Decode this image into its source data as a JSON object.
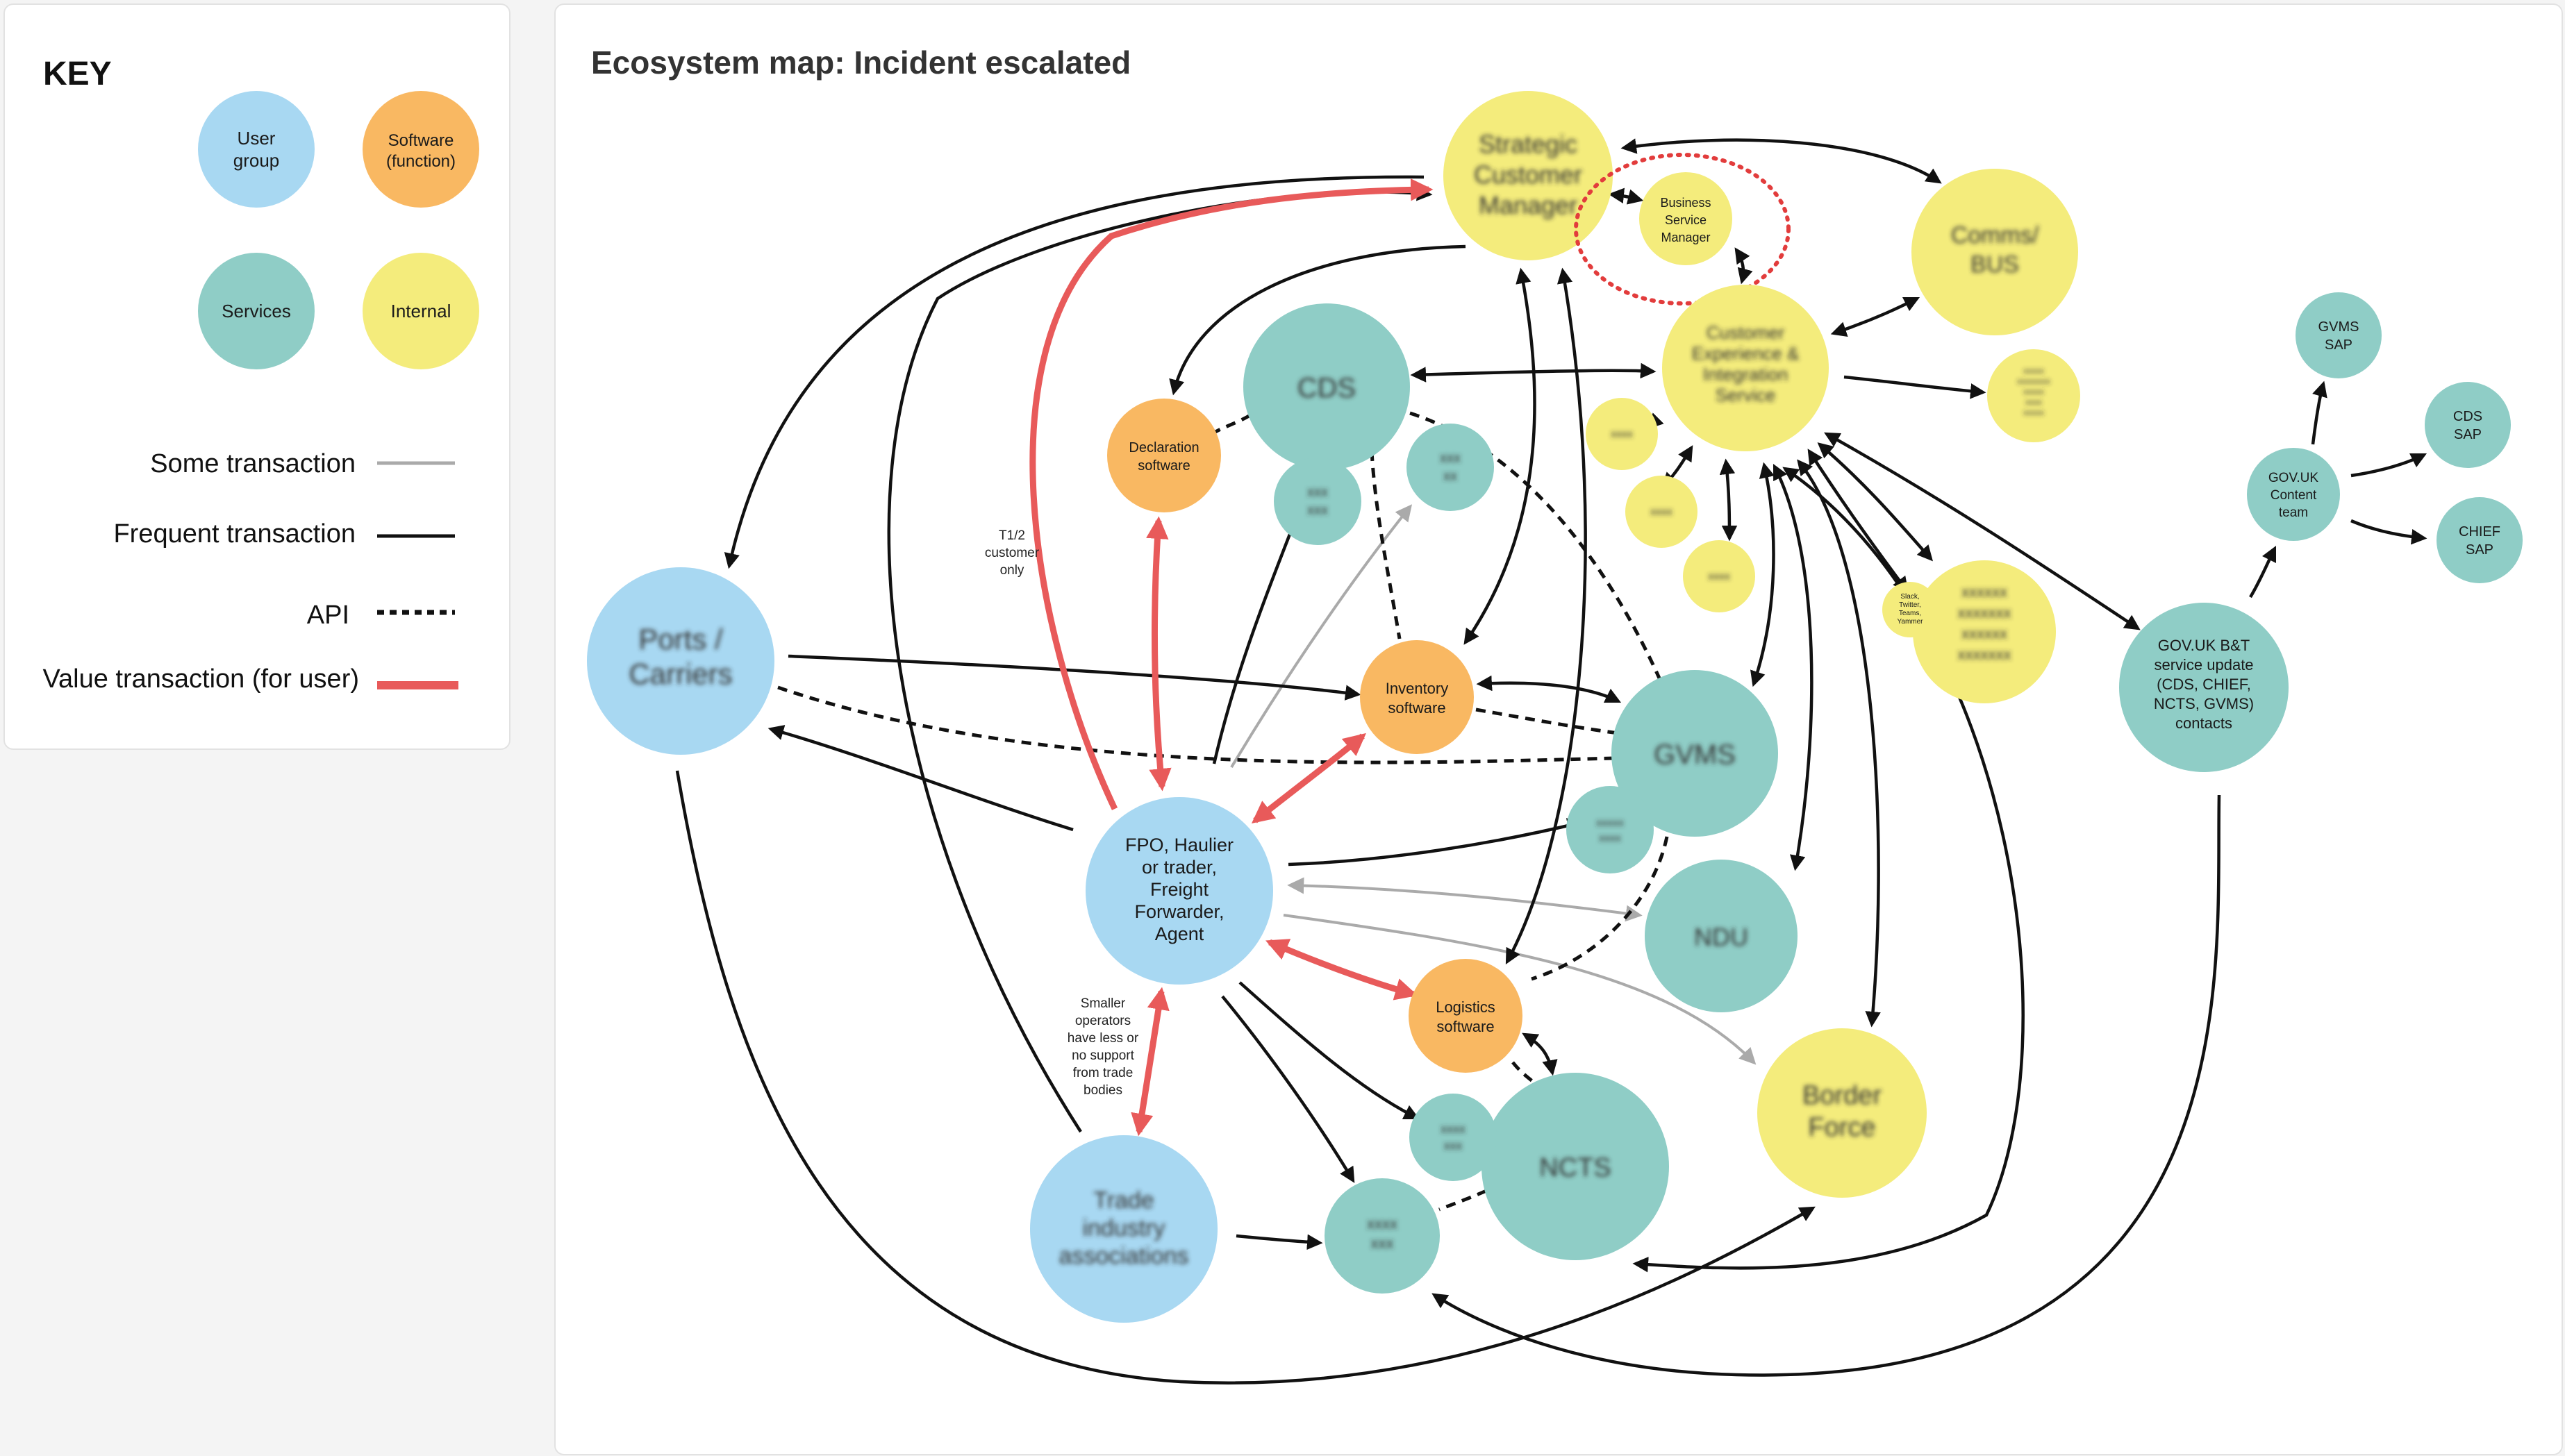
{
  "title": "Ecosystem map: Incident escalated",
  "key": {
    "heading": "KEY",
    "circles": [
      {
        "id": "user-group",
        "label_lines": [
          "User",
          "group"
        ],
        "color": "#a8d8f2"
      },
      {
        "id": "software",
        "label_lines": [
          "Software",
          "(function)"
        ],
        "color": "#f9b862"
      },
      {
        "id": "services",
        "label_lines": [
          "Services"
        ],
        "color": "#8fcdc6"
      },
      {
        "id": "internal",
        "label_lines": [
          "Internal"
        ],
        "color": "#f4ec7c"
      }
    ],
    "lines": [
      {
        "id": "some",
        "label": "Some transaction",
        "style": "grey"
      },
      {
        "id": "frequent",
        "label": "Frequent transaction",
        "style": "solid"
      },
      {
        "id": "api",
        "label": "API",
        "style": "dashed"
      },
      {
        "id": "value",
        "label": "Value transaction (for user)",
        "style": "red"
      }
    ]
  },
  "colors": {
    "user": "#a8d8f2",
    "software": "#f9b862",
    "service": "#8fcdc6",
    "internal": "#f4ec7c",
    "red": "#e85a5a",
    "grey": "#aaaaaa",
    "black": "#111111",
    "ring": "#e23c3c"
  },
  "nodes": [
    {
      "id": "strategic-customer-manager",
      "type": "internal",
      "label_lines": [
        "Strategic",
        "Customer",
        "Manager"
      ],
      "blurred": true
    },
    {
      "id": "business-service-manager",
      "type": "internal",
      "label_lines": [
        "Business",
        "Service",
        "Manager"
      ],
      "blurred": false
    },
    {
      "id": "comms-internal",
      "type": "internal",
      "label_lines": [
        "Comms/",
        "BUS"
      ],
      "blurred": true
    },
    {
      "id": "customer-experience",
      "type": "internal",
      "label_lines": [
        "Customer",
        "Experience &",
        "Integration",
        "Service"
      ],
      "blurred": true
    },
    {
      "id": "small-internal-right",
      "type": "internal",
      "label_lines": [
        "xxxxx",
        "xxxxxxxx",
        "xxxxx",
        "xxxx",
        "xxxxx"
      ],
      "blurred": true
    },
    {
      "id": "small-internal-1",
      "type": "internal",
      "label_lines": [
        "xxxx"
      ],
      "blurred": true
    },
    {
      "id": "small-internal-2",
      "type": "internal",
      "label_lines": [
        "xxxx"
      ],
      "blurred": true
    },
    {
      "id": "small-internal-3",
      "type": "internal",
      "label_lines": [
        "xxxx"
      ],
      "blurred": true
    },
    {
      "id": "slack-circle",
      "type": "internal",
      "label_lines": [
        "Slack,",
        "Twitter,",
        "Teams,",
        "Yammer"
      ],
      "blurred": false
    },
    {
      "id": "internal-channels",
      "type": "internal",
      "label_lines": [
        "xxxxxx",
        "xxxxxxx",
        "xxxxxx",
        "xxxxxxx"
      ],
      "blurred": true
    },
    {
      "id": "border-force",
      "type": "internal",
      "label_lines": [
        "Border",
        "Force"
      ],
      "blurred": true
    },
    {
      "id": "cds",
      "type": "service",
      "label_lines": [
        "CDS"
      ],
      "blurred": true
    },
    {
      "id": "service-small-1",
      "type": "service",
      "label_lines": [
        "xxx",
        "xxx"
      ],
      "blurred": true
    },
    {
      "id": "service-small-2",
      "type": "service",
      "label_lines": [
        "xxx",
        "xx"
      ],
      "blurred": true
    },
    {
      "id": "gvms",
      "type": "service",
      "label_lines": [
        "GVMS"
      ],
      "blurred": true
    },
    {
      "id": "service-small-3",
      "type": "service",
      "label_lines": [
        "xxxxx",
        "xxxx"
      ],
      "blurred": true
    },
    {
      "id": "ndu",
      "type": "service",
      "label_lines": [
        "NDU"
      ],
      "blurred": true
    },
    {
      "id": "ncts",
      "type": "service",
      "label_lines": [
        "NCTS"
      ],
      "blurred": true
    },
    {
      "id": "service-small-4",
      "type": "service",
      "label_lines": [
        "xxxx",
        "xxx"
      ],
      "blurred": true
    },
    {
      "id": "service-small-5",
      "type": "service",
      "label_lines": [
        "xxxx",
        "xxx"
      ],
      "blurred": true
    },
    {
      "id": "govuk-bt",
      "type": "service",
      "label_lines": [
        "GOV.UK B&T",
        "service update",
        "(CDS, CHIEF,",
        "NCTS, GVMS)",
        "contacts"
      ],
      "blurred": false
    },
    {
      "id": "govuk-content",
      "type": "service",
      "label_lines": [
        "GOV.UK",
        "Content",
        "team"
      ],
      "blurred": false
    },
    {
      "id": "gvms-sap",
      "type": "service",
      "label_lines": [
        "GVMS",
        "SAP"
      ],
      "blurred": false
    },
    {
      "id": "cds-sap",
      "type": "service",
      "label_lines": [
        "CDS",
        "SAP"
      ],
      "blurred": false
    },
    {
      "id": "chief-sap",
      "type": "service",
      "label_lines": [
        "CHIEF",
        "SAP"
      ],
      "blurred": false
    },
    {
      "id": "declaration-software",
      "type": "software",
      "label_lines": [
        "Declaration",
        "software"
      ],
      "blurred": false
    },
    {
      "id": "inventory-software",
      "type": "software",
      "label_lines": [
        "Inventory",
        "software"
      ],
      "blurred": false
    },
    {
      "id": "logistics-software",
      "type": "software",
      "label_lines": [
        "Logistics",
        "software"
      ],
      "blurred": false
    },
    {
      "id": "ports-carriers",
      "type": "user",
      "label_lines": [
        "Ports /",
        "Carriers"
      ],
      "blurred": true
    },
    {
      "id": "fpo-trader",
      "type": "user",
      "label_lines": [
        "FPO, Haulier",
        "or trader,",
        "Freight",
        "Forwarder,",
        "Agent"
      ],
      "blurred": false
    },
    {
      "id": "trade-industry-bodies",
      "type": "user",
      "label_lines": [
        "Trade",
        "industry",
        "associations"
      ],
      "blurred": true
    }
  ],
  "annotations": [
    {
      "id": "t12-note",
      "lines": [
        "T1/2",
        "customer",
        "only"
      ]
    },
    {
      "id": "smaller-operators-note",
      "lines": [
        "Smaller",
        "operators",
        "have less or",
        "no support",
        "from trade",
        "bodies"
      ]
    }
  ]
}
